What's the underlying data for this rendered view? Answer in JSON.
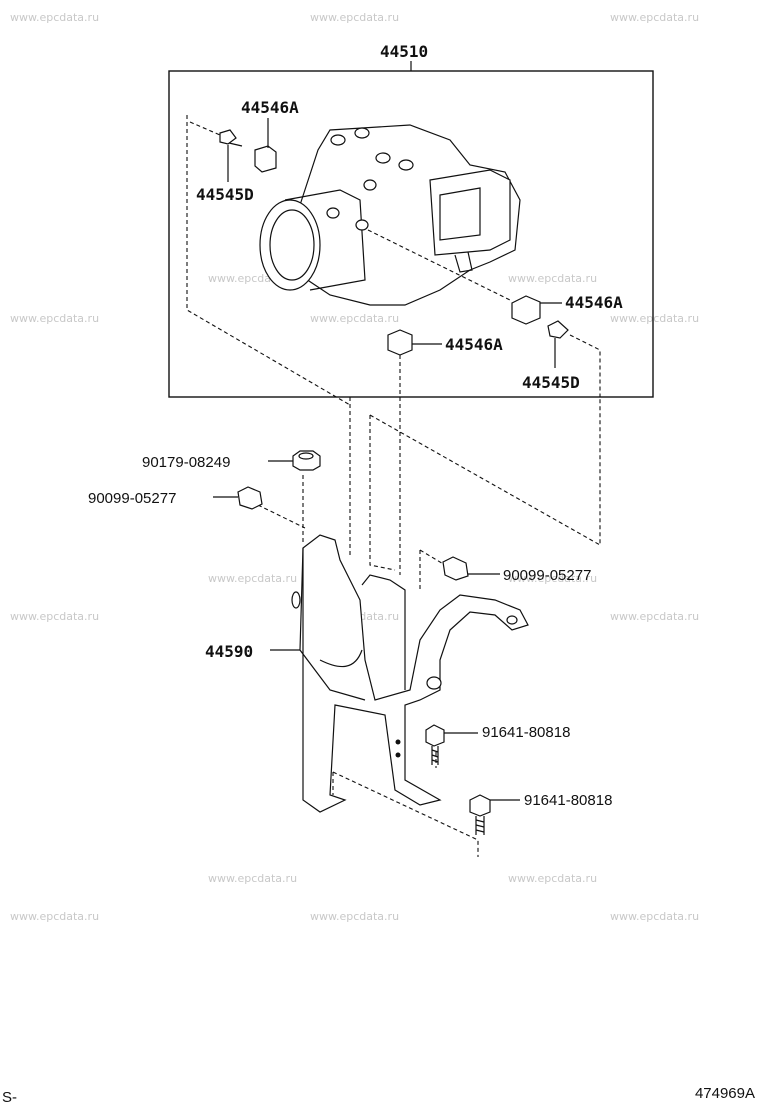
{
  "watermark": "www.epcdata.ru",
  "parts": {
    "abs_unit": "44510",
    "bracket_sub_a": "44546A",
    "bracket_sub_b": "44546A",
    "bracket_sub_c": "44546A",
    "bolt_d_a": "44545D",
    "bolt_d_b": "44545D",
    "bracket": "44590",
    "nut_08249": "90179-08249",
    "cushion_left": "90099-05277",
    "cushion_right": "90099-05277",
    "bolt_upper": "91641-80818",
    "bolt_lower": "91641-80818"
  },
  "footer": {
    "left_code": "S-",
    "diagram_id": "474969A"
  }
}
